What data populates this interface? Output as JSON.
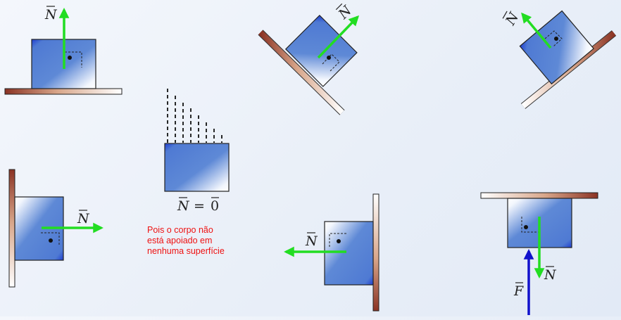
{
  "labels": {
    "normal": "N",
    "force": "F",
    "zero_equation": "N = 0",
    "zero_left": "N",
    "zero_right": "0"
  },
  "note": {
    "line1": "Pois o corpo não",
    "line2": "está apoiado em",
    "line3": "nenhuma superfície"
  },
  "colors": {
    "normal_arrow": "#22dd22",
    "force_arrow": "#1111cc",
    "block": "#5b86d4",
    "note_text": "#ee1111"
  }
}
